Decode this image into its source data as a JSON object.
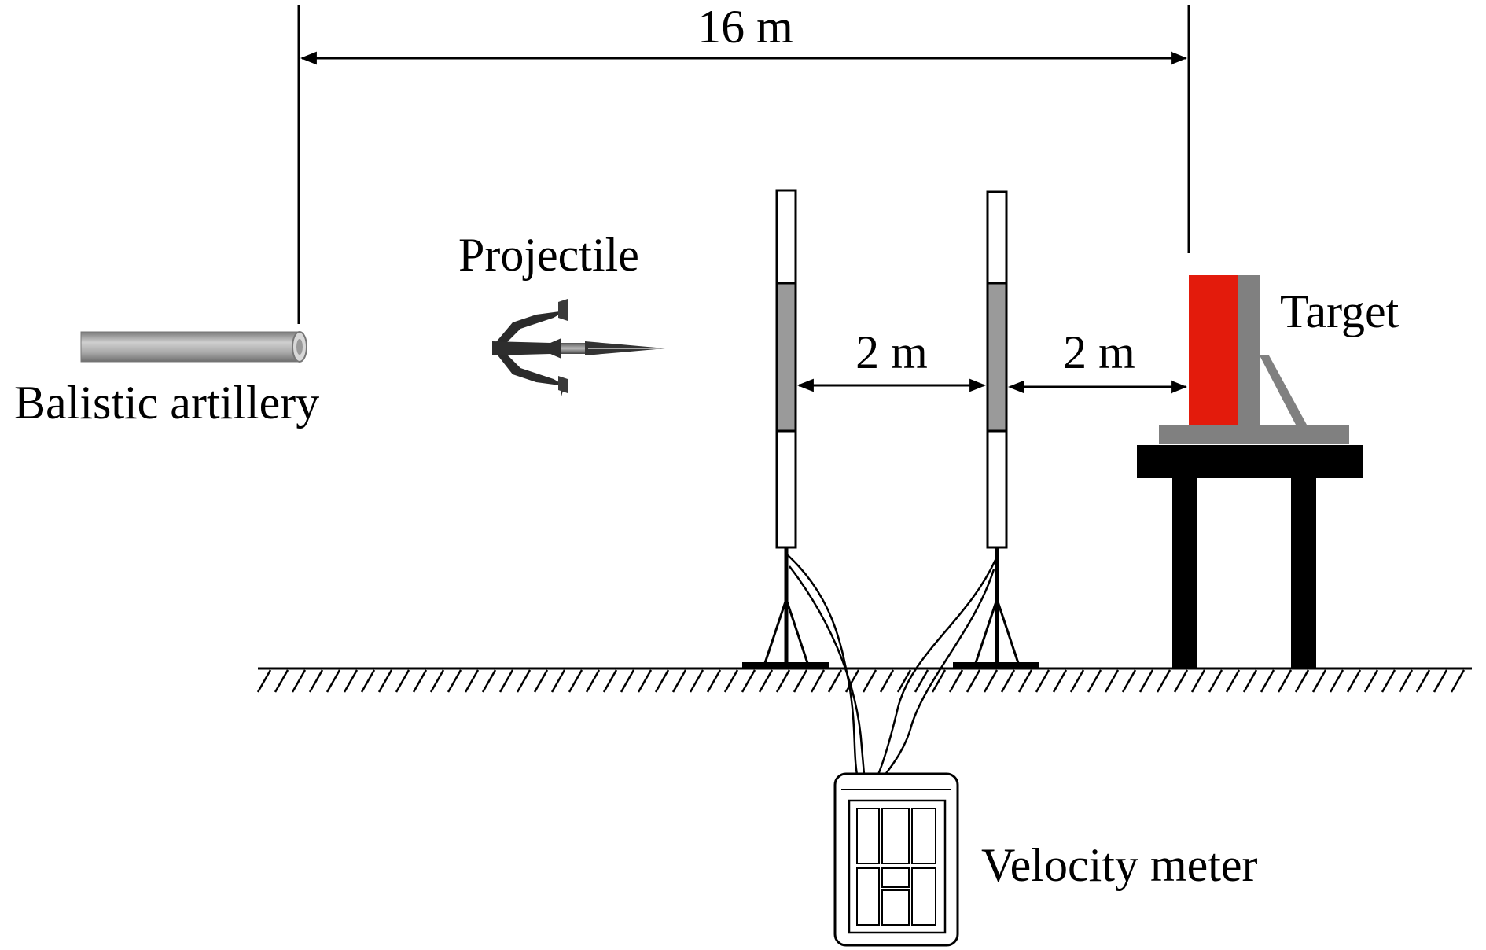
{
  "labels": {
    "total_distance": "16 m",
    "gap_1": "2 m",
    "gap_2": "2 m",
    "projectile": "Projectile",
    "artillery": "Balistic artillery",
    "target": "Target",
    "velocity_meter": "Velocity meter"
  },
  "colors": {
    "target_plate": "#e31b0c",
    "target_backing": "#808080",
    "screen_band": "#9a9a9a",
    "table": "#000000",
    "barrel": "#a9a9a9"
  }
}
